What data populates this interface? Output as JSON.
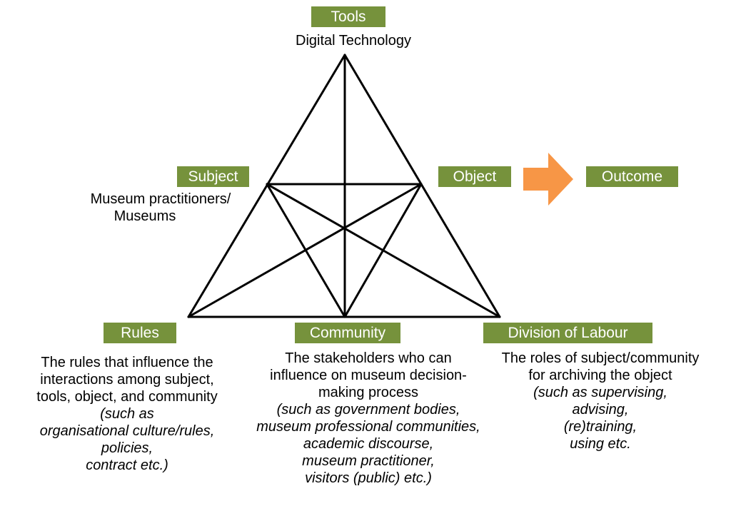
{
  "colors": {
    "box_fill": "#76923c",
    "box_text": "#ffffff",
    "arrow": "#f79646",
    "lines": "#000000"
  },
  "nodes": {
    "tools": {
      "label": "Tools",
      "desc": "Digital Technology"
    },
    "subject": {
      "label": "Subject",
      "desc": [
        "Museum practitioners/",
        "Museums"
      ]
    },
    "object": {
      "label": "Object"
    },
    "outcome": {
      "label": "Outcome"
    },
    "rules": {
      "label": "Rules",
      "desc": [
        "The rules that influence the",
        "interactions among subject,",
        "tools, object, and community"
      ],
      "examples": [
        "(such as",
        "organisational culture/rules,",
        "policies,",
        "contract etc.)"
      ]
    },
    "community": {
      "label": "Community",
      "desc": [
        "The stakeholders who can",
        "influence on museum decision-",
        "making process"
      ],
      "examples": [
        "(such as government bodies,",
        "museum professional communities,",
        "academic discourse,",
        "museum practitioner,",
        "visitors (public) etc.)"
      ]
    },
    "division": {
      "label": "Division of Labour",
      "desc": [
        "The roles of subject/community",
        "for archiving the object"
      ],
      "examples": [
        "(such as supervising,",
        "advising,",
        "(re)training,",
        "using etc."
      ]
    }
  }
}
